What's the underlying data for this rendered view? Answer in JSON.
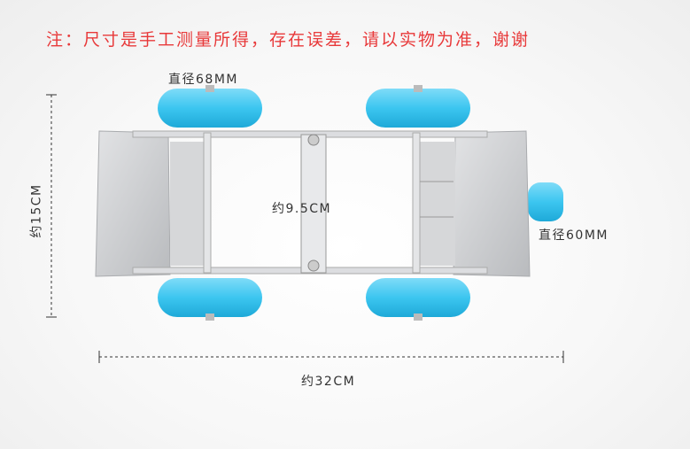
{
  "note": "注：尺寸是手工测量所得，存在误差，请以实物为准，谢谢",
  "dimensions": {
    "big_wheel_diameter": "直径68MM",
    "small_wheel_diameter": "直径60MM",
    "width": "约15CM",
    "inner_width": "约9.5CM",
    "length": "约32CM"
  },
  "colors": {
    "note": "#e8393a",
    "wheel": "#3cc6f0",
    "plate": "#c9cbcd"
  }
}
